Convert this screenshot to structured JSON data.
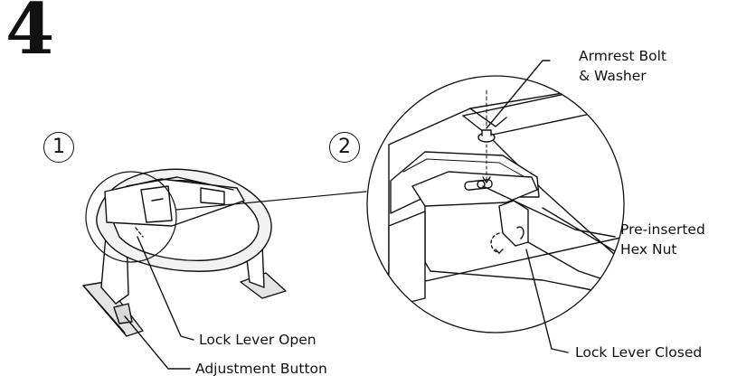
{
  "figure": {
    "step_number": "4",
    "substeps": [
      "1",
      "2"
    ]
  },
  "callouts": {
    "armrest_bolt": [
      "Armrest Bolt",
      "& Washer"
    ],
    "hex_nut": [
      "Pre-inserted",
      "Hex Nut"
    ],
    "lock_open": "Lock Lever Open",
    "lock_closed": "Lock Lever Closed",
    "adjust_button": "Adjustment Button"
  },
  "colors": {
    "ink": "#111111",
    "seat_fill": "#f2f2f2",
    "shadow": "#d9d9d9"
  }
}
